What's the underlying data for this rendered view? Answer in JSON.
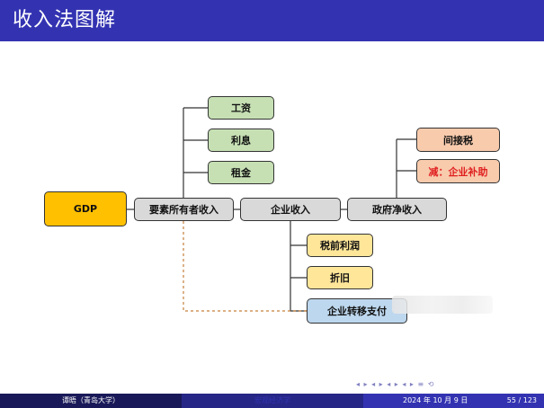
{
  "slide": {
    "title": "收入法图解"
  },
  "diagram": {
    "gdp": "GDP",
    "factor_income": "要素所有者收入",
    "enterprise_income": "企业收入",
    "gov_net_income": "政府净收入",
    "wages": "工资",
    "interest": "利息",
    "rent": "租金",
    "indirect_tax": "间接税",
    "minus_subsidy": "减：企业补助",
    "pretax_profit": "税前利润",
    "depreciation": "折旧",
    "transfer_payment": "企业转移支付"
  },
  "nav": {
    "symbols": "◂ ▸ ◂ ▸ ◂ ▸ ◂ ▸  ≡  ⟲"
  },
  "footer": {
    "author": "谭晤（青岛大学）",
    "course": "宏观经济学",
    "date": "2024 年 10 月 9 日",
    "page": "55 / 123"
  },
  "colors": {
    "header": "#3333b2",
    "gold": "#ffc000",
    "gray": "#d9d9d9",
    "green": "#c6e0b4",
    "orange": "#f8cbad",
    "yellow": "#ffe699",
    "blue": "#bdd7ee",
    "dashed_line": "#c5803a"
  }
}
